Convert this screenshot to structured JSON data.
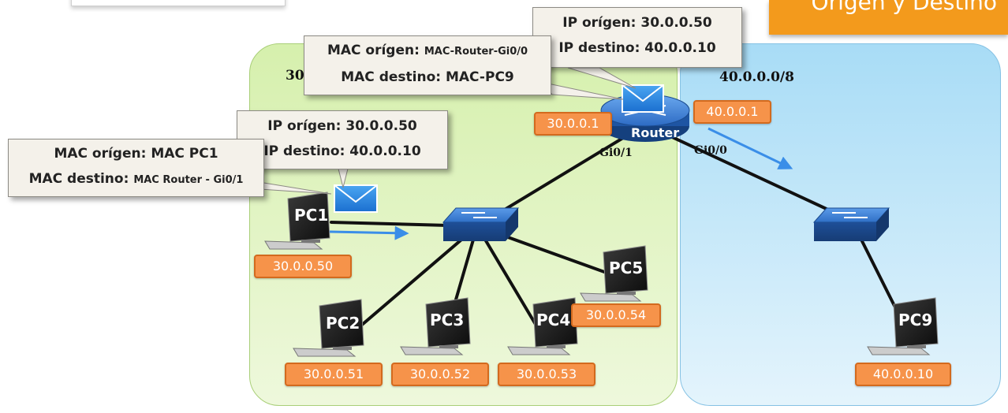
{
  "banner": {
    "text": "Origen y Destino"
  },
  "networks": {
    "left_label": "30",
    "right_label": "40.0.0.0/8"
  },
  "router": {
    "label": "Router",
    "iface_left": "Gi0/1",
    "iface_right": "Gi0/0",
    "ip_left": "30.0.0.1",
    "ip_right": "40.0.0.1"
  },
  "hosts": {
    "pc1": {
      "label": "PC1",
      "ip": "30.0.0.50"
    },
    "pc2": {
      "label": "PC2",
      "ip": "30.0.0.51"
    },
    "pc3": {
      "label": "PC3",
      "ip": "30.0.0.52"
    },
    "pc4": {
      "label": "PC4",
      "ip": "30.0.0.53"
    },
    "pc5": {
      "label": "PC5",
      "ip": "30.0.0.54"
    },
    "pc9": {
      "label": "PC9",
      "ip": "40.0.0.10"
    }
  },
  "callouts": {
    "pc1_ip": {
      "line1": "IP orígen: 30.0.0.50",
      "line2": "IP destino: 40.0.0.10"
    },
    "pc1_mac": {
      "line1_a": "MAC orígen: ",
      "line1_b": "MAC PC1",
      "line2_a": "MAC destino: ",
      "line2_b": "MAC Router - Gi0/1"
    },
    "router_ip": {
      "line1": "IP orígen: 30.0.0.50",
      "line2": "IP destino: 40.0.0.10"
    },
    "router_mac": {
      "line1_a": "MAC orígen: ",
      "line1_b": "MAC-Router-Gi0/0",
      "line2_a": "MAC destino: ",
      "line2_b": "MAC-PC9"
    }
  },
  "colors": {
    "ip_badge": "#f6934a",
    "left_zone": "#d6f0ad",
    "right_zone": "#a8dcf6",
    "switch": "#2f6fc6",
    "arrow": "#3a8ee8",
    "banner": "#f39a1c"
  }
}
